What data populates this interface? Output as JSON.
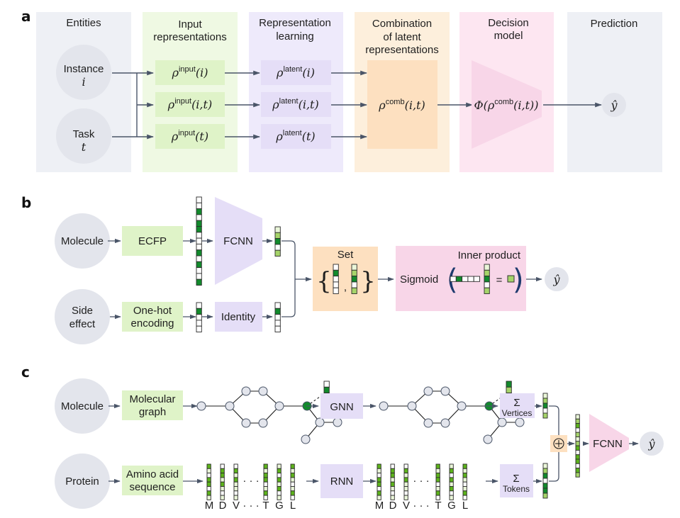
{
  "colors": {
    "gray_col": "#eef0f5",
    "green_col": "#eff9e3",
    "purple_col": "#eeeafb",
    "orange_col": "#fdefdc",
    "pink_col": "#fde6f1",
    "green_box": "#dff3c8",
    "purple_box": "#e5def7",
    "orange_box": "#fde0c0",
    "pink_box": "#f8d6e8",
    "entity_circle": "#e3e5ec",
    "arrow": "#4a5568",
    "dark_green": "#128a2c",
    "mid_green": "#5cb31b",
    "light_green": "#a6d46a",
    "pale_green": "#eaf6d9"
  },
  "panel_a": {
    "letter": "a",
    "columns": [
      {
        "title_lines": [
          "Entities"
        ]
      },
      {
        "title_lines": [
          "Input",
          "representations"
        ]
      },
      {
        "title_lines": [
          "Representation",
          "learning"
        ]
      },
      {
        "title_lines": [
          "Combination",
          "of latent",
          "representations"
        ]
      },
      {
        "title_lines": [
          "Decision",
          "model"
        ]
      },
      {
        "title_lines": [
          "Prediction"
        ]
      }
    ],
    "entities": [
      {
        "label": "Instance",
        "var": "i"
      },
      {
        "label": "Task",
        "var": "t"
      }
    ],
    "input_reps": [
      {
        "base": "ρ",
        "sup": "input",
        "arg": "(i)"
      },
      {
        "base": "ρ",
        "sup": "input",
        "arg": "(i,t)"
      },
      {
        "base": "ρ",
        "sup": "input",
        "arg": "(t)"
      }
    ],
    "latent_reps": [
      {
        "base": "ρ",
        "sup": "latent",
        "arg": "(i)"
      },
      {
        "base": "ρ",
        "sup": "latent",
        "arg": "(i,t)"
      },
      {
        "base": "ρ",
        "sup": "latent",
        "arg": "(t)"
      }
    ],
    "combination": {
      "base": "ρ",
      "sup": "comb",
      "arg": "(i,t)"
    },
    "decision": {
      "prefix": "Φ(ρ",
      "sup": "comb",
      "arg": "(i,t))"
    },
    "prediction": "ŷ"
  },
  "panel_b": {
    "letter": "b",
    "molecule": "Molecule",
    "side_effect": [
      "Side",
      "effect"
    ],
    "ecfp": "ECFP",
    "onehot": [
      "One-hot",
      "encoding"
    ],
    "fcnn": "FCNN",
    "identity": "Identity",
    "set_label": "Set",
    "inner_product_label": "Inner product",
    "sigmoid": "Sigmoid",
    "equals": "=",
    "comma": ",",
    "prediction": "ŷ",
    "ecfp_vector": [
      0,
      0,
      1,
      0,
      1,
      1,
      0,
      0,
      0,
      1,
      0,
      1,
      0,
      0,
      1
    ],
    "fcnn_out_vector": [
      3,
      2,
      1,
      0,
      2
    ],
    "onehot_vector": [
      0,
      1,
      0,
      0,
      0
    ],
    "identity_out_vector": [
      0,
      1,
      0,
      0,
      0
    ]
  },
  "panel_c": {
    "letter": "c",
    "molecule": "Molecule",
    "protein": "Protein",
    "mol_graph": [
      "Molecular",
      "graph"
    ],
    "aa_seq": [
      "Amino acid",
      "sequence"
    ],
    "gnn": "GNN",
    "rnn": "RNN",
    "sum_symbol": "Σ",
    "vertices": "Vertices",
    "tokens": "Tokens",
    "concat_symbol": "⊕",
    "fcnn": "FCNN",
    "prediction": "ŷ",
    "aa_letters": [
      "M",
      "D",
      "V",
      "T",
      "G",
      "L"
    ],
    "dots": "· · ·",
    "node_vector_in": [
      0,
      1,
      3,
      2,
      2
    ],
    "node_vector_out": [
      1,
      2,
      0,
      3,
      3
    ],
    "vertices_vector": [
      3,
      2,
      1,
      0,
      2
    ],
    "tokens_vector": [
      3,
      2,
      1,
      0,
      1,
      1,
      2
    ],
    "concat_vector": [
      3,
      2,
      1,
      0,
      2,
      3,
      2,
      1,
      0,
      1,
      1,
      0,
      1,
      2
    ]
  }
}
